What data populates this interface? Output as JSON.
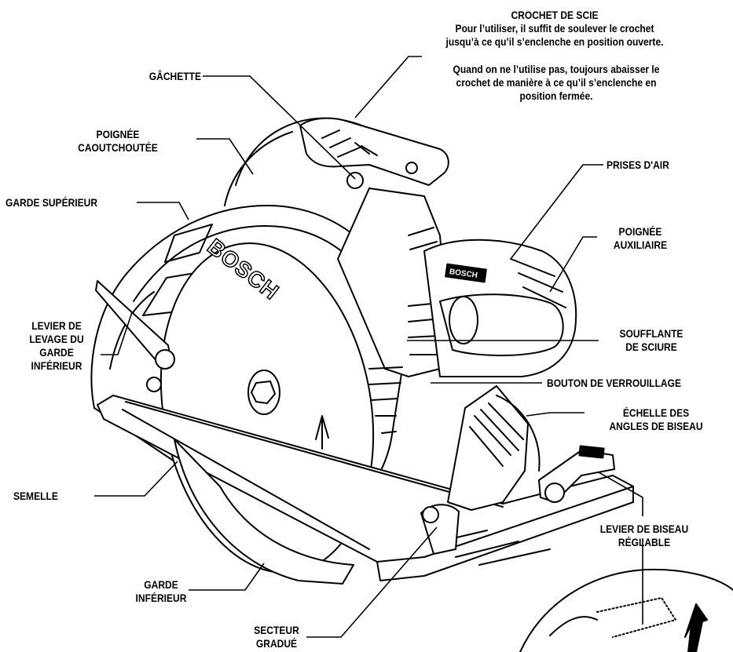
{
  "diagram": {
    "brand_text": "BOSCH",
    "motor_badge_text": "BOSCH",
    "labels": {
      "crochet_de_scie": {
        "title": "CROCHET DE SCIE",
        "line1": "Pour l’utiliser, il suffit de soulever le crochet",
        "line2": "jusqu’à ce qu’il s’enclenche en position ouverte.",
        "line3": "Quand on ne l’utilise pas, toujours abaisser le",
        "line4": "crochet de manière à ce qu’il s’enclenche en",
        "line5": "position fermée."
      },
      "gachette": "GÂCHETTE",
      "poignee_caoutchoutee": {
        "line1": "POIGNÉE",
        "line2": "CAOUTCHOUTÉE"
      },
      "prises_dair": "PRISES D'AIR",
      "garde_superieur": "GARDE SUPÉRIEUR",
      "poignee_auxiliaire": {
        "line1": "POIGNÉE",
        "line2": "AUXILIAIRE"
      },
      "levier_levage": {
        "line1": "LEVIER DE",
        "line2": "LEVAGE DU",
        "line3": "GARDE",
        "line4": "INFÉRIEUR"
      },
      "soufflante": {
        "line1": "SOUFFLANTE",
        "line2": "DE SCIURE"
      },
      "bouton_verrouillage": "BOUTON DE VERROUILLAGE",
      "echelle_angles": {
        "line1": "ÉCHELLE DES",
        "line2": "ANGLES DE BISEAU"
      },
      "semelle": "SEMELLE",
      "levier_biseau": {
        "line1": "LEVIER DE BISEAU",
        "line2": "RÉGLABLE"
      },
      "garde_inferieur": {
        "line1": "GARDE",
        "line2": "INFÉRIEUR"
      },
      "secteur_gradue": {
        "line1": "SECTEUR",
        "line2": "GRADUÉ"
      }
    }
  }
}
